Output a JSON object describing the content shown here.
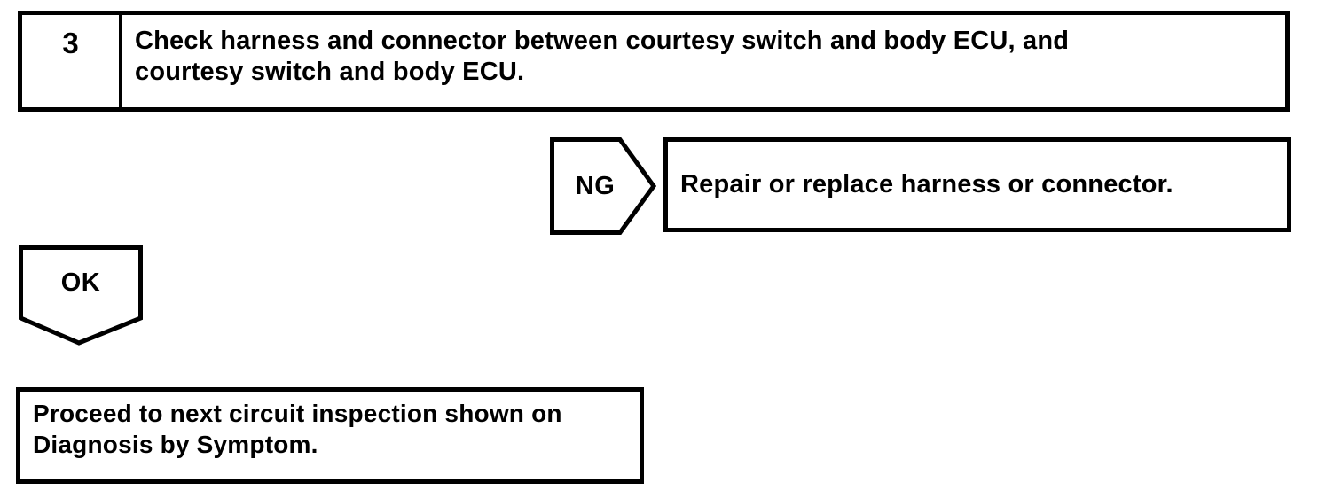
{
  "page": {
    "background_color": "#ffffff",
    "line_color": "#000000"
  },
  "step_box": {
    "number": "3",
    "instruction_lines": [
      "Check harness and connector between courtesy switch and body ECU, and",
      "courtesy switch and body ECU."
    ]
  },
  "ng_branch": {
    "label": "NG",
    "action_text": "Repair or replace harness or connector."
  },
  "ok_branch": {
    "label": "OK",
    "action_lines": [
      "Proceed to next circuit inspection shown on",
      "Diagnosis by Symptom."
    ]
  }
}
